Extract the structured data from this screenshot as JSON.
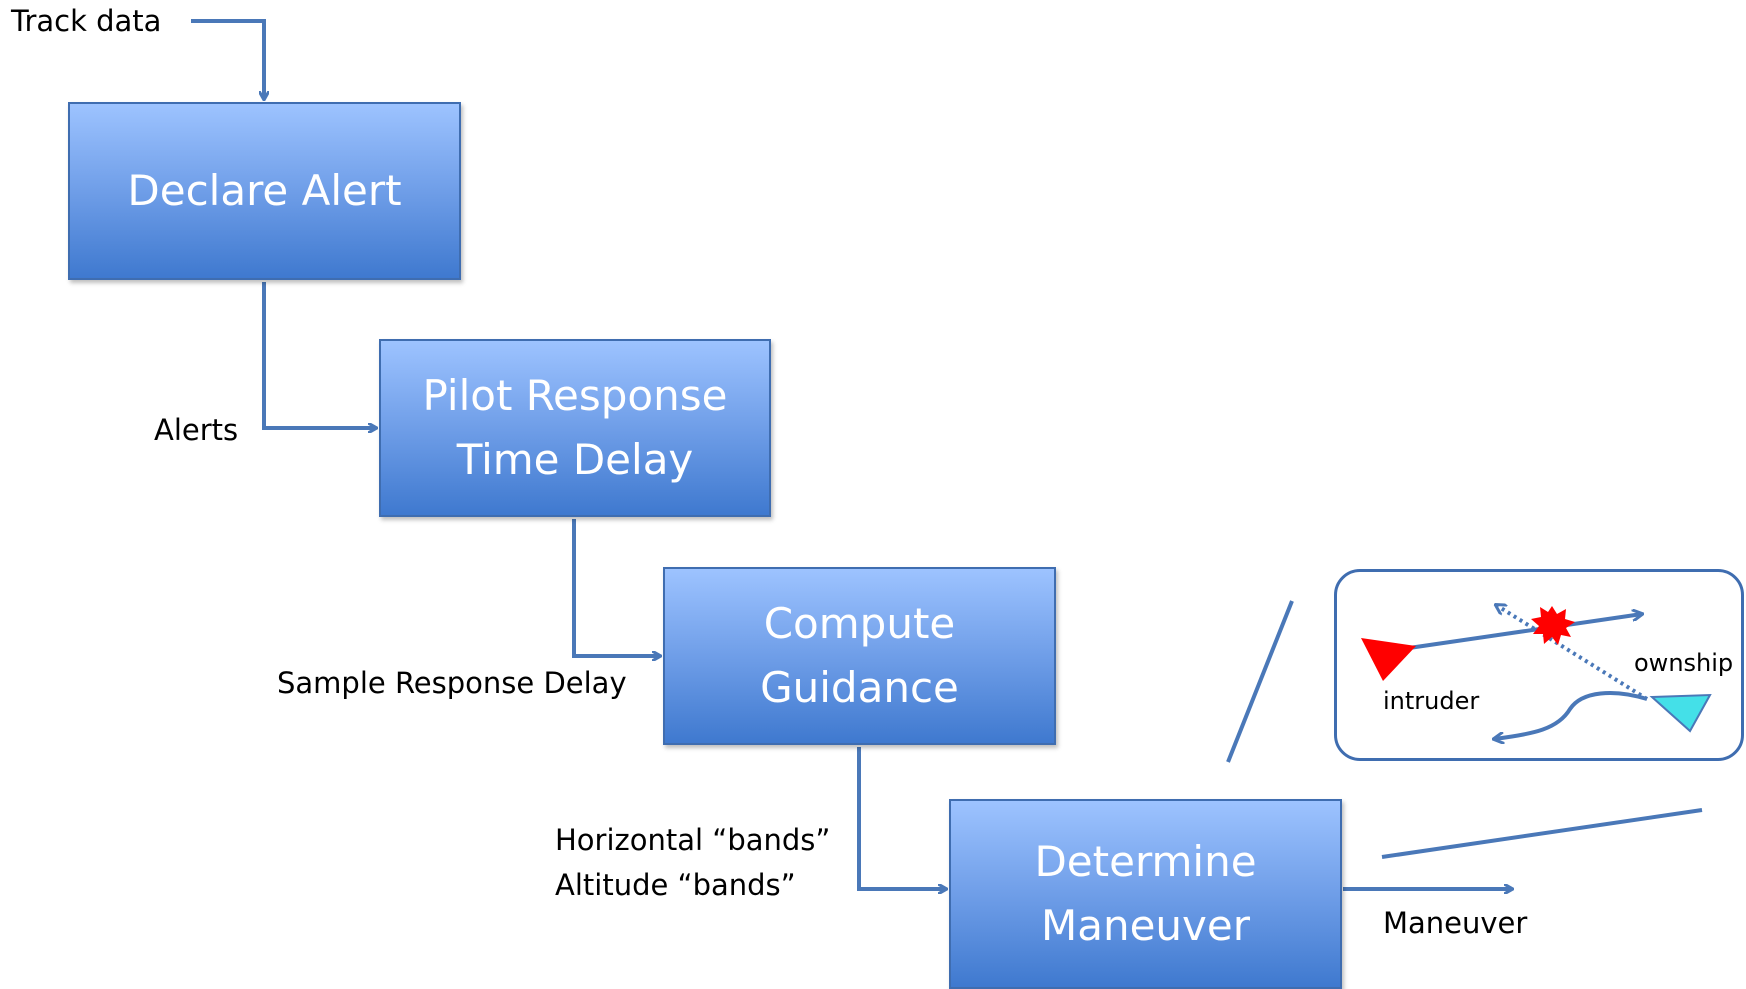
{
  "diagram": {
    "input_label": "Track data",
    "boxes": {
      "declare_alert": {
        "line1": "Declare Alert"
      },
      "pilot_response": {
        "line1": "Pilot Response",
        "line2": "Time Delay"
      },
      "compute_guidance": {
        "line1": "Compute",
        "line2": "Guidance"
      },
      "determine_maneuver": {
        "line1": "Determine",
        "line2": "Maneuver"
      }
    },
    "edge_labels": {
      "alerts": "Alerts",
      "sample_delay": "Sample Response Delay",
      "bands_horizontal": "Horizontal “bands”",
      "bands_altitude": "Altitude “bands”",
      "maneuver": "Maneuver"
    },
    "inset": {
      "intruder_label": "intruder",
      "ownship_label": "ownship"
    },
    "colors": {
      "box_fill_top": "#9dc3ff",
      "box_fill_bottom": "#3f79cf",
      "connector": "#4a78b8",
      "intruder": "#ff0000",
      "ownship": "#44e0e8",
      "conflict": "#ff0000"
    }
  }
}
